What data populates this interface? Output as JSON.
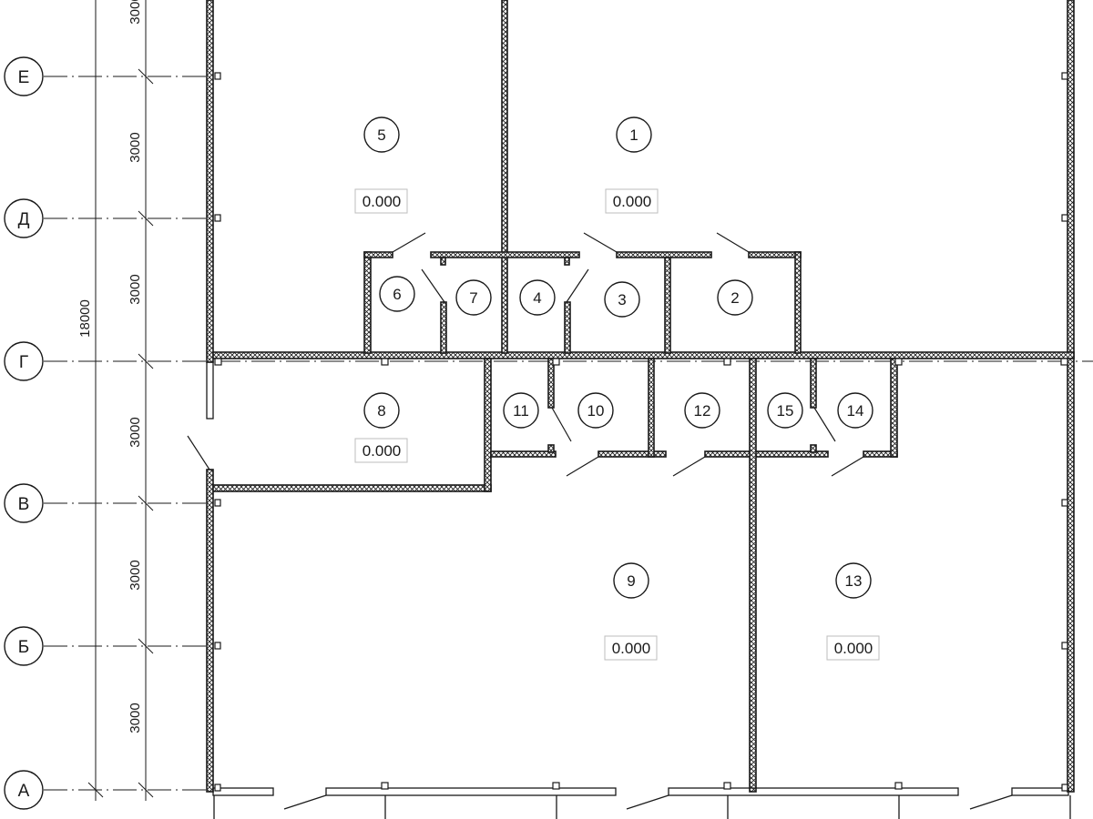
{
  "axes": [
    {
      "label": "Е"
    },
    {
      "label": "Д"
    },
    {
      "label": "Г"
    },
    {
      "label": "В"
    },
    {
      "label": "Б"
    },
    {
      "label": "А"
    }
  ],
  "dimensions": {
    "spacing_label": "3000",
    "total_label": "18000"
  },
  "rooms": [
    {
      "number": "1",
      "level": "0.000"
    },
    {
      "number": "2"
    },
    {
      "number": "3"
    },
    {
      "number": "4"
    },
    {
      "number": "5",
      "level": "0.000"
    },
    {
      "number": "6"
    },
    {
      "number": "7"
    },
    {
      "number": "8",
      "level": "0.000"
    },
    {
      "number": "9",
      "level": "0.000"
    },
    {
      "number": "10"
    },
    {
      "number": "11"
    },
    {
      "number": "12"
    },
    {
      "number": "13",
      "level": "0.000"
    },
    {
      "number": "14"
    },
    {
      "number": "15"
    }
  ]
}
